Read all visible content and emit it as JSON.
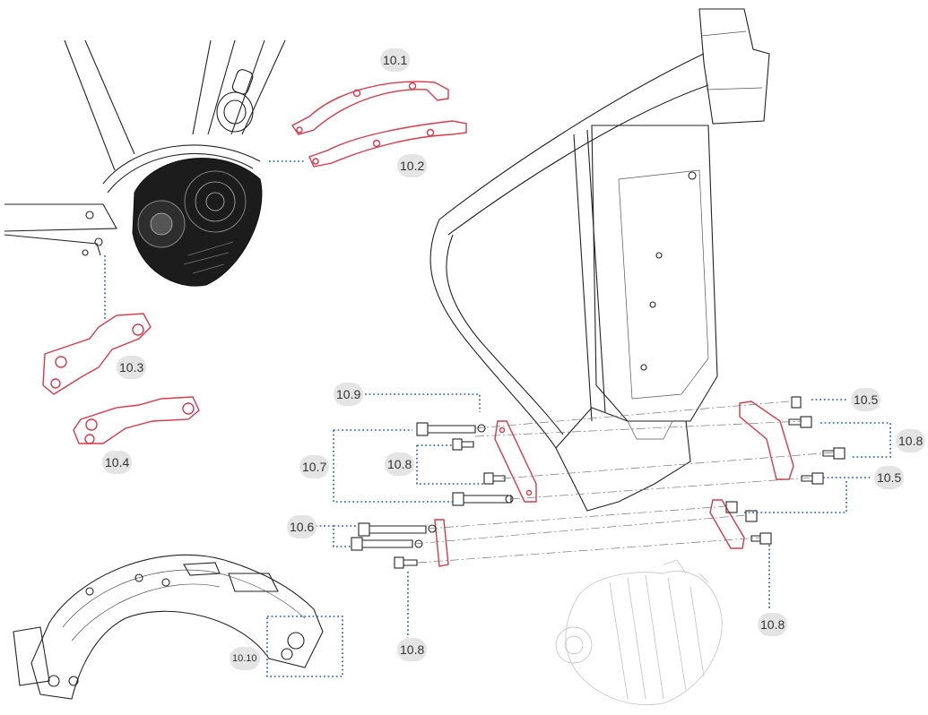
{
  "callouts": {
    "c10_1": "10.1",
    "c10_2": "10.2",
    "c10_3": "10.3",
    "c10_4": "10.4",
    "c10_5a": "10.5",
    "c10_5b": "10.5",
    "c10_6": "10.6",
    "c10_7": "10.7",
    "c10_8a": "10.8",
    "c10_8b": "10.8",
    "c10_8c": "10.8",
    "c10_8d": "10.8",
    "c10_9": "10.9",
    "c10_10": "10.10"
  },
  "colors": {
    "part_outline": "#d9394a",
    "leader_line": "#2a5db0",
    "line_art": "#222222",
    "callout_bg": "#e4e4e4"
  }
}
